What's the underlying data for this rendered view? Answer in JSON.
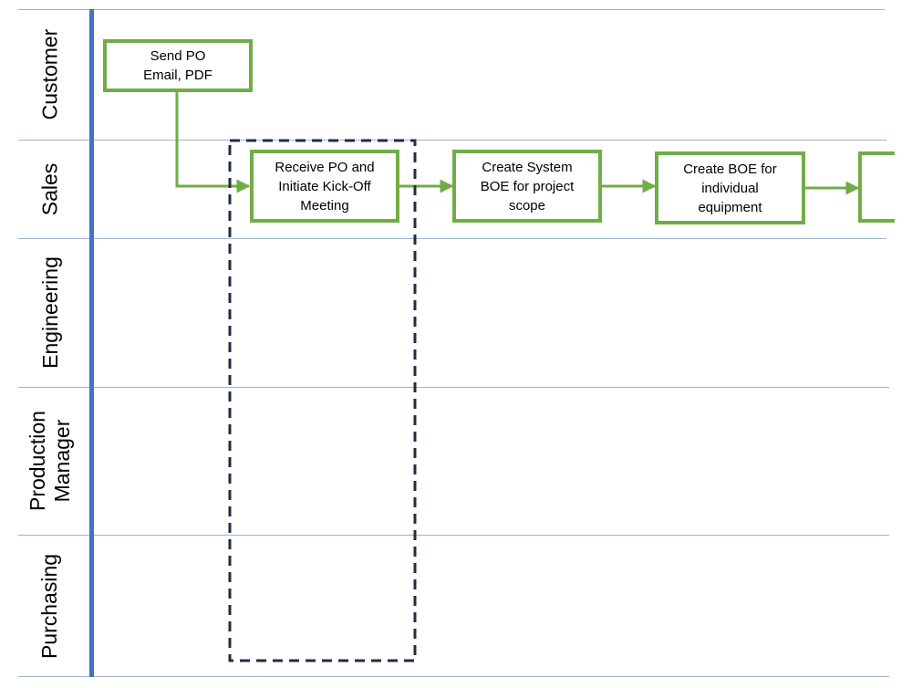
{
  "lanes": [
    {
      "label": "Customer"
    },
    {
      "label": "Sales"
    },
    {
      "label": "Engineering"
    },
    {
      "label": "Production\nManager"
    },
    {
      "label": "Purchasing"
    }
  ],
  "process_boxes": [
    {
      "text": "Send PO\nEmail, PDF"
    },
    {
      "text": "Receive PO and\nInitiate Kick-Off\nMeeting"
    },
    {
      "text": "Create System\nBOE for project\nscope"
    },
    {
      "text": "Create BOE for\nindividual\nequipment"
    },
    {
      "text": ""
    }
  ],
  "colors": {
    "box_border": "#70ad47",
    "connector": "#70ad47",
    "lane_bar": "#4472c4",
    "lane_divider": "#9fb3cc",
    "highlight_border": "#1f2d4a"
  }
}
